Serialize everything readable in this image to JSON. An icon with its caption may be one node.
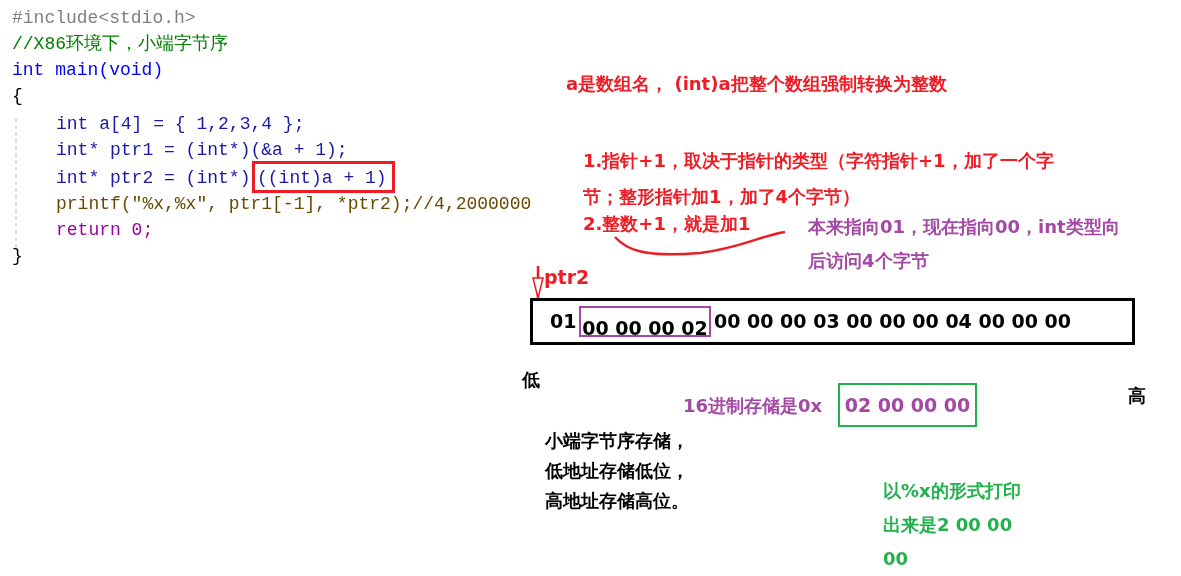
{
  "diagram": {
    "nodes": [
      {
        "text": [
          "01",
          "00 00 00 03 00 00 00 04 00 00 00"
        ]
      },
      {
        "text": [
          "00 00 00 02"
        ],
        "in": 0
      },
      {
        "text": [
          "ptr2"
        ]
      },
      {
        "text": [
          "((int)a + 1)"
        ]
      },
      {
        "text": [
          "02 00 00 00"
        ]
      }
    ],
    "edges": [
      {
        "from": 2,
        "to": 0,
        "arrow": "to",
        "color": "#ee1c24"
      }
    ],
    "labels": [
      "#include<stdio.h>",
      "//X86环境下，小端字节序",
      "int main(void)",
      "{",
      "int a[4] = { 1,2,3,4 };",
      "int* ptr1 = (int*)(&a + 1);",
      "int* ptr2 = (int*)",
      "printf(\"%x,%x\", ptr1[-1], *ptr2);//4,2000000",
      "return 0;",
      "}",
      "a是数组名， (int)a把整个数组强制转换为整数",
      "1.指针+1，取决于指针的类型（字符指针+1，加了一个字节；整形指针加1，加了4个字节）",
      "2.整数+1，就是加1",
      "本来指向01，现在指向00，int类型向后访问4个字节",
      "低",
      "16进制存储是0x",
      "高",
      "小端字节序存储，低地址存储低位，高地址存储高位。",
      "以%x的形式打印出来是2 00 00 00"
    ]
  }
}
